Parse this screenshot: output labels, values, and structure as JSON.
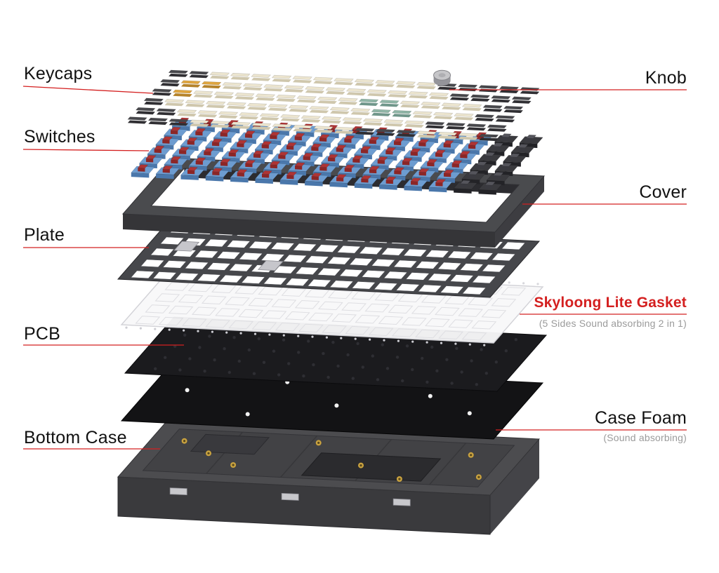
{
  "diagram": {
    "labels": {
      "keycaps": "Keycaps",
      "switches": "Switches",
      "plate": "Plate",
      "pcb": "PCB",
      "bottom_case": "Bottom Case",
      "knob": "Knob",
      "cover": "Cover",
      "gasket_title": "Skyloong Lite Gasket",
      "gasket_sub": "(5 Sides Sound absorbing 2 in 1)",
      "case_foam": "Case Foam",
      "case_foam_sub": "(Sound absorbing)"
    },
    "keycap_rows": [
      "ddcccccccccccddddd",
      "doocccccccccccdddd",
      "doccccccccttccccdd",
      "dccccccccccttcccdd",
      "ddccccccccccccdddd",
      "dddccccccccdddcccd"
    ],
    "palette": {
      "accent_red": "#d42020",
      "label_text": "#111111",
      "subtext_gray": "#9b9b9b",
      "keycap_cream": "#ece5cf",
      "keycap_dark": "#47474b",
      "keycap_orange": "#e0a63f",
      "keycap_teal": "#8fb5a6",
      "knob_silver": "#c6c6c9",
      "switch_blue": "#6d9cd0",
      "switch_blue_dark": "#4a77ab",
      "switch_red": "#ae3434",
      "switch_black": "#3a3a3e",
      "cover_top": "#4a4b4e",
      "cover_side": "#353538",
      "plate": "#46474b",
      "gasket_white": "#f8f8f9",
      "gasket_line": "#dedee2",
      "pcb_black": "#1b1b1e",
      "foam_black": "#131315",
      "case_top": "#4c4c4f",
      "case_side": "#3a3a3d",
      "case_inner": "#424245",
      "brass": "#c9a23f"
    }
  }
}
